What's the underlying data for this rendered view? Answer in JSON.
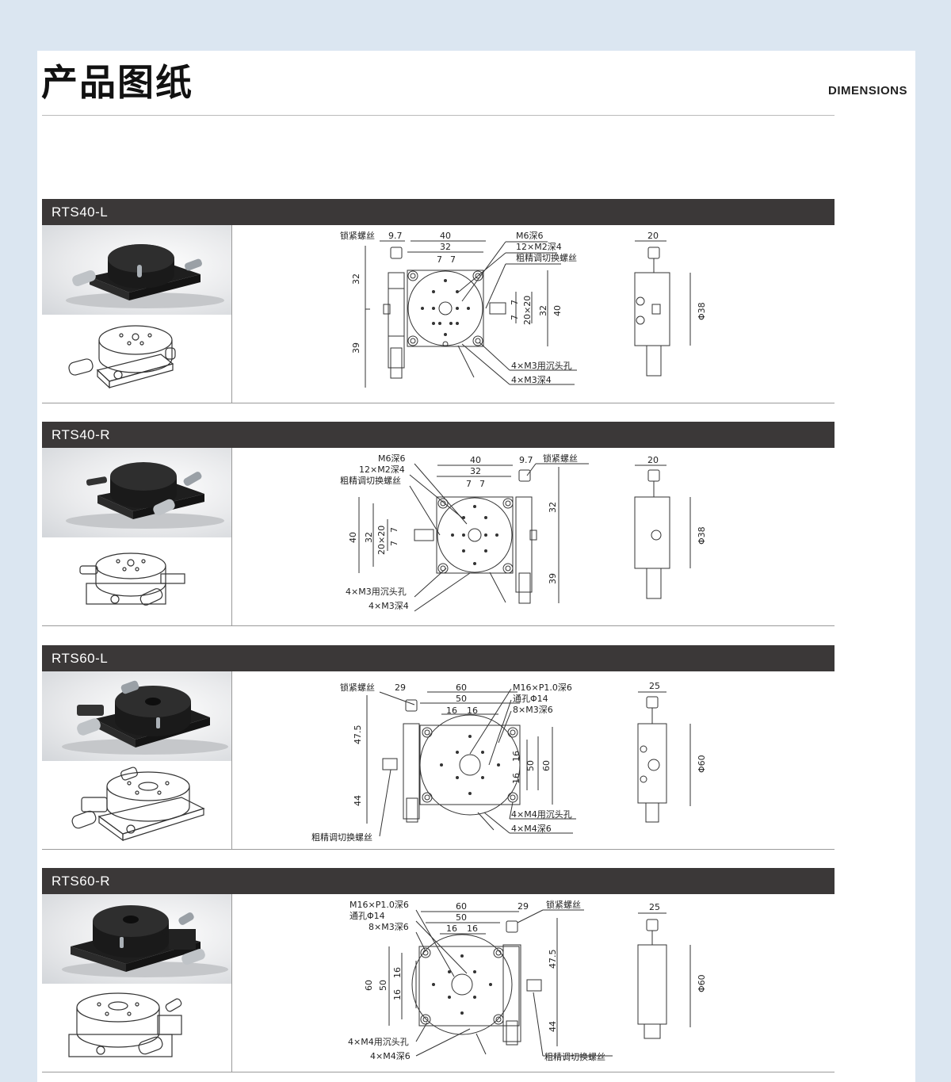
{
  "page": {
    "title": "产品图纸",
    "subtitle": "DIMENSIONS"
  },
  "products": [
    {
      "name": "RTS40-L",
      "labels": {
        "lock": "锁紧螺丝",
        "m6": "M6深6",
        "m2": "12×M2深4",
        "adjust": "粗精调切换螺丝",
        "hole_sink": "4×M3用沉头孔",
        "hole_deep": "4×M3深4"
      },
      "dims": {
        "d_a": "9.7",
        "d_b": "40",
        "d_c": "32",
        "d_d": "7",
        "d_e": "7",
        "d_f": "32",
        "d_g": "39",
        "d_h": "7",
        "d_i": "7",
        "d_j": "20×20",
        "d_k": "32",
        "d_l": "40",
        "side_w": "20",
        "side_dia": "Φ38"
      }
    },
    {
      "name": "RTS40-R",
      "labels": {
        "lock": "锁紧螺丝",
        "m6": "M6深6",
        "m2": "12×M2深4",
        "adjust": "粗精调切换螺丝",
        "hole_sink": "4×M3用沉头孔",
        "hole_deep": "4×M3深4"
      },
      "dims": {
        "d_a": "40",
        "d_b": "9.7",
        "d_c": "32",
        "d_d": "7",
        "d_e": "7",
        "d_f": "40",
        "d_g": "32",
        "d_h": "20×20",
        "d_i": "7",
        "d_j": "7",
        "d_k": "32",
        "d_l": "39",
        "side_w": "20",
        "side_dia": "Φ38"
      }
    },
    {
      "name": "RTS60-L",
      "labels": {
        "lock": "锁紧螺丝",
        "m16": "M16×P1.0深6",
        "through": "通孔Φ14",
        "m3": "8×M3深6",
        "adjust": "粗精调切换螺丝",
        "hole_sink": "4×M4用沉头孔",
        "hole_deep": "4×M4深6"
      },
      "dims": {
        "d_a": "29",
        "d_b": "60",
        "d_c": "50",
        "d_d": "16",
        "d_e": "16",
        "d_f": "47.5",
        "d_g": "44",
        "d_h": "16",
        "d_i": "16",
        "d_j": "50",
        "d_k": "60",
        "side_w": "25",
        "side_dia": "Φ60"
      }
    },
    {
      "name": "RTS60-R",
      "labels": {
        "lock": "锁紧螺丝",
        "m16": "M16×P1.0深6",
        "through": "通孔Φ14",
        "m3": "8×M3深6",
        "adjust": "粗精调切换螺丝",
        "hole_sink": "4×M4用沉头孔",
        "hole_deep": "4×M4深6"
      },
      "dims": {
        "d_a": "60",
        "d_b": "29",
        "d_c": "50",
        "d_d": "16",
        "d_e": "16",
        "d_f": "60",
        "d_g": "50",
        "d_h": "16",
        "d_i": "16",
        "d_j": "47.5",
        "d_k": "44",
        "side_w": "25",
        "side_dia": "Φ60"
      }
    }
  ]
}
